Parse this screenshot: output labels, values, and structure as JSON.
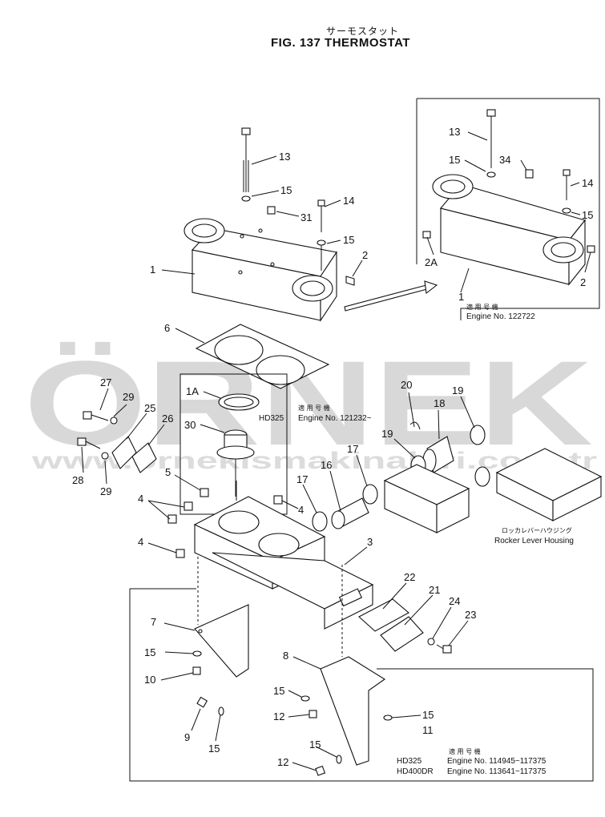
{
  "header": {
    "title_jp": "サーモスタット",
    "title": "FIG. 137  THERMOSTAT"
  },
  "watermark": {
    "brand": "ÖRNEK",
    "url": "www.ornekismakinalari.com.tr"
  },
  "callouts": {
    "top_left": [
      "13",
      "15",
      "14",
      "31",
      "15",
      "2",
      "1",
      "6"
    ],
    "inset_top": [
      "13",
      "15",
      "34",
      "14",
      "15",
      "2A",
      "2",
      "1"
    ],
    "thermostat": [
      "1A",
      "30"
    ],
    "left_parts": [
      "27",
      "29",
      "28",
      "29",
      "25",
      "26",
      "5",
      "4",
      "4",
      "4"
    ],
    "pipes": [
      "20",
      "18",
      "19",
      "19",
      "17",
      "16",
      "17",
      "3"
    ],
    "cover": [
      "22",
      "21",
      "24",
      "23"
    ],
    "brackets": [
      "7",
      "15",
      "10",
      "9",
      "15",
      "8",
      "15",
      "12",
      "15",
      "11",
      "12",
      "15"
    ]
  },
  "notes": {
    "inset_top": {
      "jp": "適 用 号 機",
      "en": "Engine No. 122722"
    },
    "thermostat": {
      "jp": "適 用 号 機",
      "model": "HD325",
      "en": "Engine No. 121232~"
    },
    "rocker": {
      "jp": "ロッカレバーハウジング",
      "en": "Rocker Lever Housing"
    },
    "bottom": {
      "jp": "適 用 号 機",
      "rows": [
        {
          "model": "HD325",
          "engine": "Engine No. 114945~117375"
        },
        {
          "model": "HD400DR",
          "engine": "Engine No. 113641~117375"
        }
      ]
    }
  }
}
